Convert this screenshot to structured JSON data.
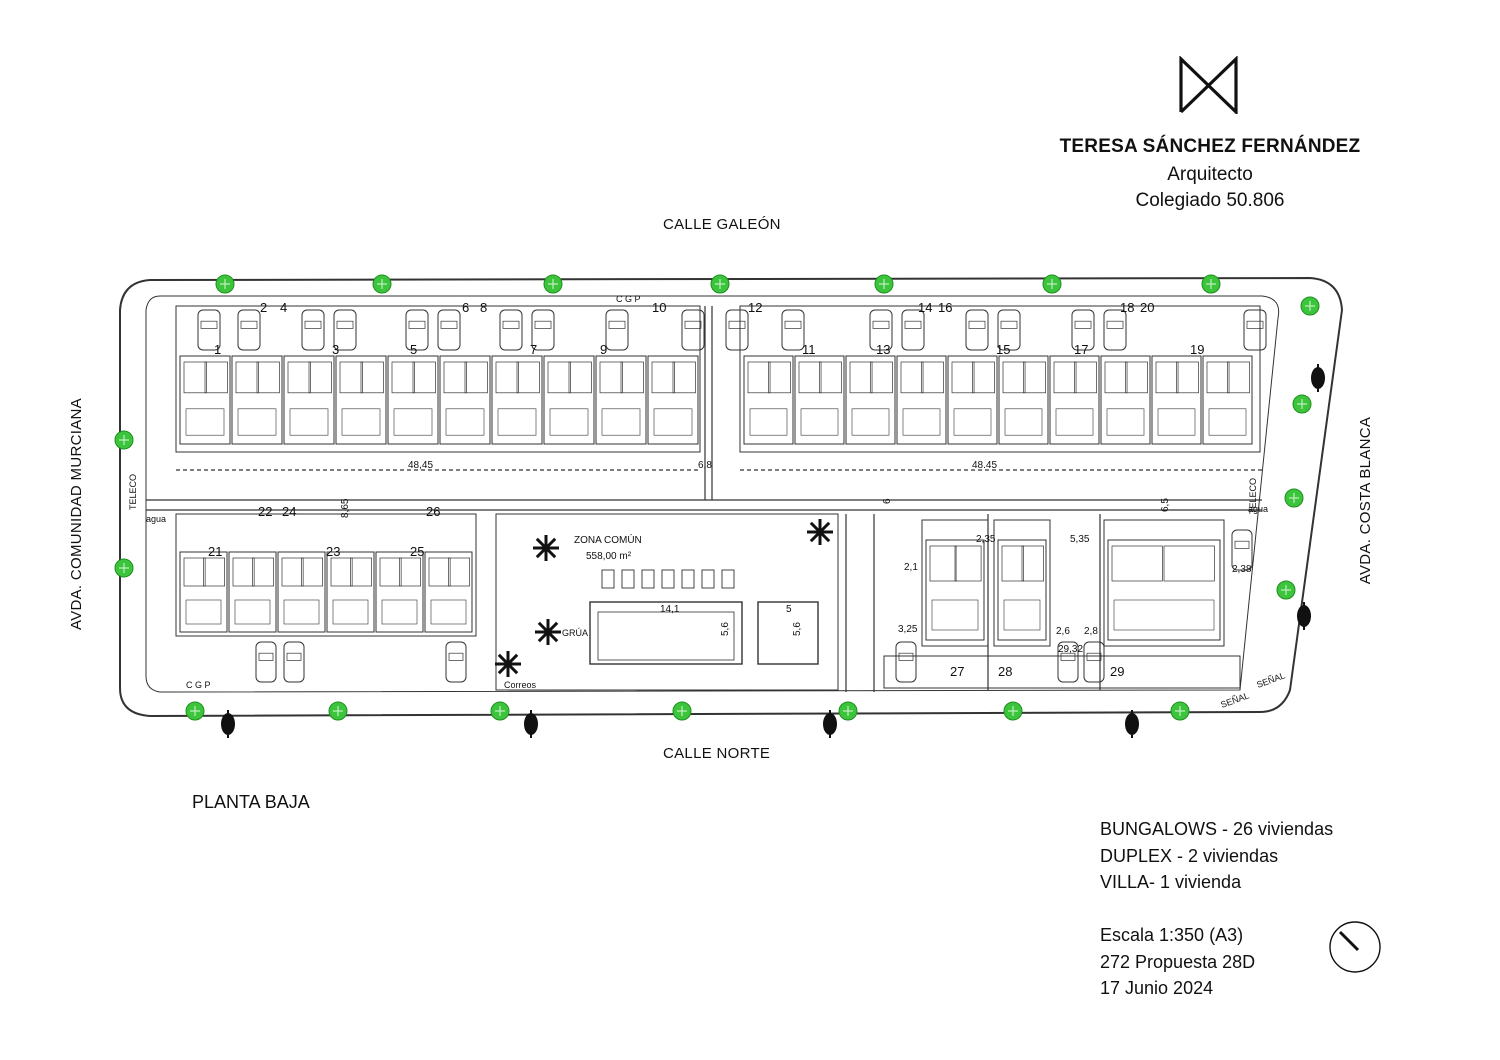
{
  "header": {
    "name": "TERESA SÁNCHEZ FERNÁNDEZ",
    "role": "Arquitecto",
    "registration": "Colegiado 50.806"
  },
  "streets": {
    "top": "CALLE GALEÓN",
    "bottom": "CALLE NORTE",
    "left": "AVDA. COMUNIDAD MURCIANA",
    "right": "AVDA. COSTA BLANCA"
  },
  "plan_title": "PLANTA BAJA",
  "summary": [
    "BUNGALOWS  - 26 viviendas",
    "DUPLEX - 2 viviendas",
    "VILLA- 1 vivienda"
  ],
  "meta": [
    "Escala 1:350 (A3)",
    "272 Propuesta 28D",
    "17 Junio 2024"
  ],
  "plan": {
    "common_zone": "ZONA COMÚN",
    "common_area": "558,00 m²",
    "utility_labels": [
      "C G P",
      "C G P",
      "TELECO",
      "agua",
      "TELECO",
      "agua",
      "GRÚA",
      "Correos",
      "SEÑAL",
      "SEÑAL"
    ],
    "dimension_labels": [
      "48,45",
      "48.45",
      "6,8",
      "8,65",
      "6",
      "6,5",
      "14,1",
      "5,6",
      "5",
      "5,6",
      "2,1",
      "3,25",
      "2,35",
      "5,35",
      "2,6",
      "2,8",
      "29,32",
      "2,38"
    ],
    "unit_numbers": [
      "1",
      "2",
      "3",
      "4",
      "5",
      "6",
      "7",
      "8",
      "9",
      "10",
      "11",
      "12",
      "13",
      "14",
      "15",
      "16",
      "17",
      "18",
      "19",
      "20",
      "21",
      "22",
      "23",
      "24",
      "25",
      "26",
      "27",
      "28",
      "29"
    ]
  },
  "colors": {
    "line": "#333333",
    "tree": "#3cc43c",
    "text": "#111111"
  }
}
